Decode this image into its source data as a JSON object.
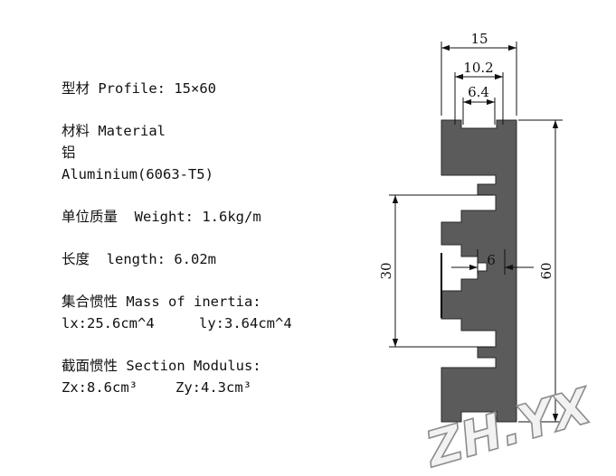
{
  "specs": {
    "profile": {
      "label": "型材 Profile:",
      "value": "15×60"
    },
    "material": {
      "label": "材料 Material",
      "value_cn": "铝",
      "value_en": "Aluminium(6063-T5)"
    },
    "weight": {
      "label": "单位质量  Weight:",
      "value": "1.6kg/m"
    },
    "length": {
      "label": "长度  length:",
      "value": "6.02m"
    },
    "inertia": {
      "label": "集合惯性 Mass of inertia:",
      "ix": "lx:25.6cm^4",
      "iy": "ly:3.64cm^4"
    },
    "modulus": {
      "label": "截面惯性 Section Modulus:",
      "zx": "Zx:8.6cm³",
      "zy": "Zy:4.3cm³"
    }
  },
  "drawing": {
    "dimensions": {
      "width_overall": "15",
      "slot_width": "10.2",
      "slot_opening": "6.4",
      "height_overall": "60",
      "slot_pitch": "30",
      "center_slot": "6"
    },
    "colors": {
      "profile_fill": "#5b5b5b",
      "line": "#111111"
    }
  },
  "watermark": {
    "text": "ZH.YX"
  }
}
